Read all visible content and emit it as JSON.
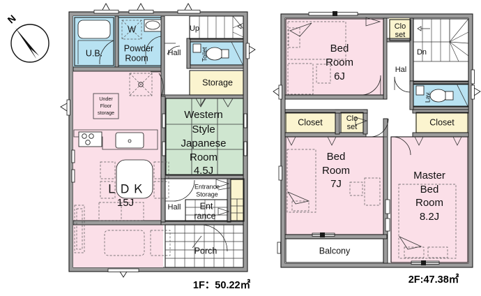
{
  "document": {
    "title": "Residential Floor Plan (1F / 2F)",
    "compass": {
      "label": "N",
      "direction": "northwest"
    }
  },
  "colors": {
    "wall": "#9c9c9c",
    "living_pink": "#fbdfe8",
    "water_blue": "#b8e2f2",
    "tatami_green": "#cfe6d0",
    "storage_cream": "#fbf4cf",
    "outline": "#1a1a1a",
    "background": "#ffffff"
  },
  "floors": [
    {
      "id": "first-floor",
      "area_label": "1F：50.22㎡",
      "area_value": "50.22",
      "area_unit": "㎡",
      "rooms": [
        {
          "name": "unit-bath",
          "label": "U.B.",
          "color": "#b8e2f2"
        },
        {
          "name": "washer-space",
          "label": "W",
          "color": "#b8e2f2"
        },
        {
          "name": "powder-room",
          "label": "Powder\nRoom",
          "line1": "Powder",
          "line2": "Room",
          "color": "#b8e2f2"
        },
        {
          "name": "toilet",
          "label": "Toilet",
          "color": "#b8e2f2"
        },
        {
          "name": "stairs-up",
          "label": "Up",
          "color": "#ffffff"
        },
        {
          "name": "hall-upper",
          "label": "Hall",
          "color": "#ffffff"
        },
        {
          "name": "storage",
          "label": "Storage",
          "color": "#fbf4cf"
        },
        {
          "name": "japanese-room",
          "line1": "Western",
          "line2": "Style",
          "line3": "Japanese",
          "line4": "Room",
          "line5": "4.5J",
          "color": "#cfe6d0"
        },
        {
          "name": "ldk",
          "line1": "ＬＤＫ",
          "line2": "15J",
          "color": "#fbdfe8"
        },
        {
          "name": "under-floor-storage",
          "line1": "Under",
          "line2": "Floor",
          "line3": "storage",
          "color": "#fbdfe8"
        },
        {
          "name": "hall-lower",
          "label": "Hall",
          "color": "#ffffff"
        },
        {
          "name": "entrance-storage",
          "line1": "Entrance",
          "line2": "Storage",
          "color": "#fbf4cf"
        },
        {
          "name": "entrance",
          "line1": "Ent",
          "line2": "rance",
          "color": "#ffffff"
        },
        {
          "name": "porch",
          "label": "Porch",
          "color": "#ffffff"
        }
      ]
    },
    {
      "id": "second-floor",
      "area_label": "2F:47.38㎡",
      "area_value": "47.38",
      "area_unit": "㎡",
      "rooms": [
        {
          "name": "bedroom-6j",
          "line1": "Bed",
          "line2": "Room",
          "line3": "6J",
          "color": "#fbdfe8"
        },
        {
          "name": "closet-top-small",
          "line1": "Clo",
          "line2": "set",
          "color": "#fbf4cf"
        },
        {
          "name": "stairs-down",
          "label": "Dn",
          "color": "#ffffff"
        },
        {
          "name": "hall-2f",
          "label": "Hal",
          "color": "#ffffff"
        },
        {
          "name": "lavatory",
          "label": "Lav.",
          "color": "#b8e2f2"
        },
        {
          "name": "closet-left",
          "label": "Closet",
          "color": "#fbf4cf"
        },
        {
          "name": "closet-mid-small",
          "line1": "Clo",
          "line2": "set",
          "color": "#fbf4cf"
        },
        {
          "name": "closet-right",
          "label": "Closet",
          "color": "#fbf4cf"
        },
        {
          "name": "bedroom-7j",
          "line1": "Bed",
          "line2": "Room",
          "line3": "7J",
          "color": "#fbdfe8"
        },
        {
          "name": "master-bedroom",
          "line1": "Master",
          "line2": "Bed",
          "line3": "Room",
          "line4": "8.2J",
          "color": "#fbdfe8"
        },
        {
          "name": "balcony",
          "label": "Balcony",
          "color": "#ffffff"
        }
      ]
    }
  ]
}
